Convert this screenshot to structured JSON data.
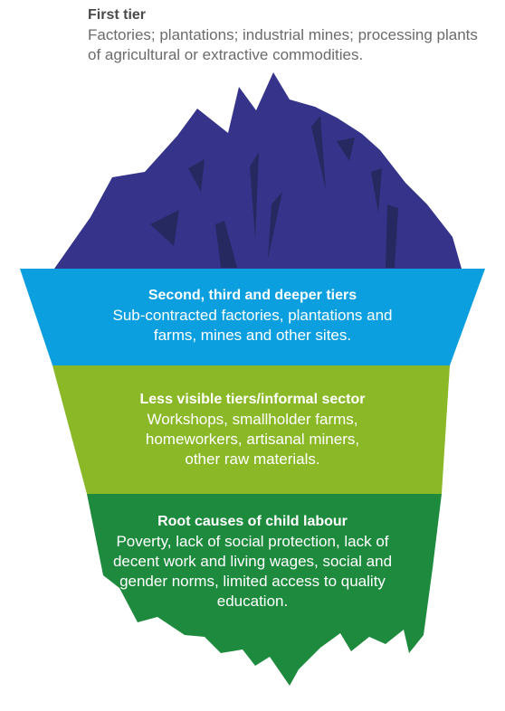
{
  "tiers": [
    {
      "title": "First tier",
      "description": "Factories; plantations; industrial mines; processing plants of agricultural or extractive commodities.",
      "color": "#35338a"
    },
    {
      "title": "Second, third and deeper tiers",
      "description": "Sub-contracted factories, plantations and farms, mines and other sites.",
      "color": "#0b9fe0"
    },
    {
      "title": "Less visible tiers/informal sector",
      "description": "Workshops, smallholder farms, homeworkers, artisanal miners, other raw materials.",
      "color": "#8bb827"
    },
    {
      "title": "Root causes of child labour",
      "description": "Poverty, lack of social protection, lack of decent work and living wages, social and gender norms, limited access to quality education.",
      "color": "#1e8a3e"
    }
  ],
  "shade_color": "#262860"
}
